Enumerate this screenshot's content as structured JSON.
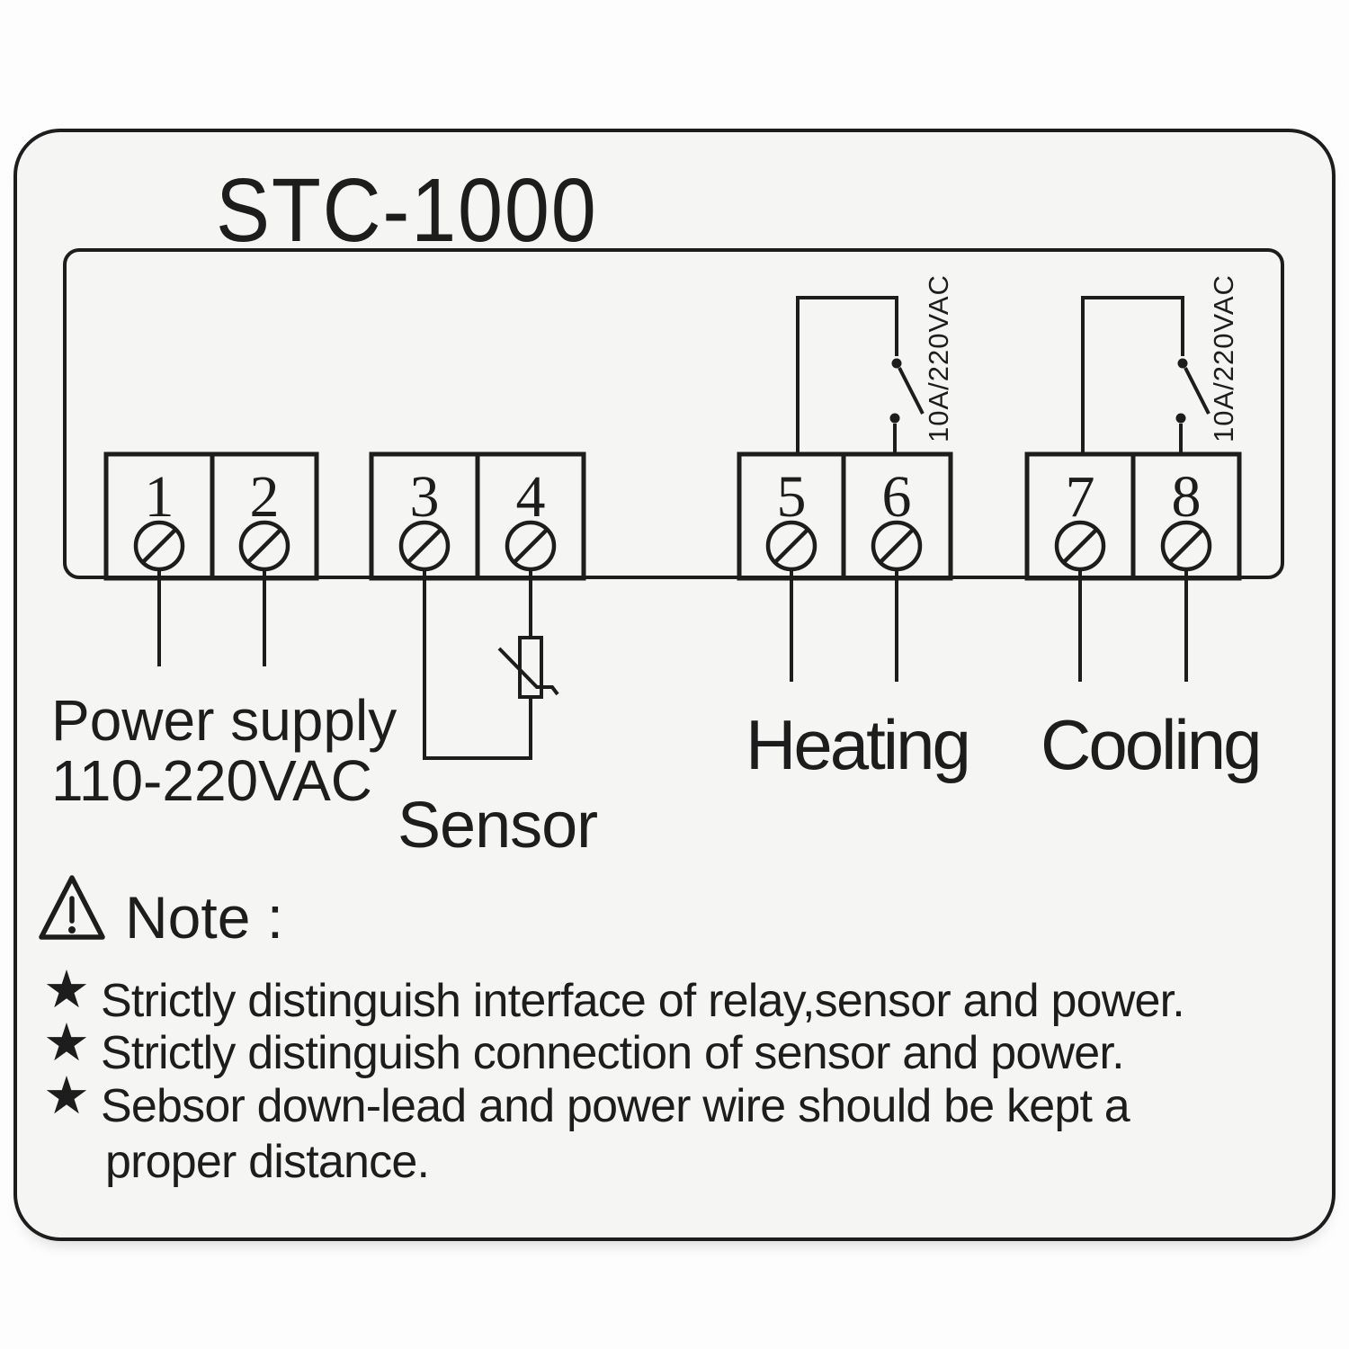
{
  "colors": {
    "ink": "#1d1d1d",
    "label_bg": "#f5f5f4",
    "page_bg": "#fdfdfd"
  },
  "title": "STC-1000",
  "terminals": [
    "1",
    "2",
    "3",
    "4",
    "5",
    "6",
    "7",
    "8"
  ],
  "labels": {
    "power_line1": "Power supply",
    "power_line2": "110-220VAC",
    "sensor": "Sensor",
    "heating": "Heating",
    "cooling": "Cooling"
  },
  "relays": {
    "heating_rating": "10A/220VAC",
    "cooling_rating": "10A/220VAC"
  },
  "note": {
    "heading": "Note :",
    "bullet_icon": "★",
    "bullets": [
      "Strictly distinguish interface of relay,sensor and power.",
      "Strictly distinguish connection of sensor and power.",
      "Sebsor down-lead and power wire should be kept a"
    ],
    "continuation": "proper distance."
  }
}
